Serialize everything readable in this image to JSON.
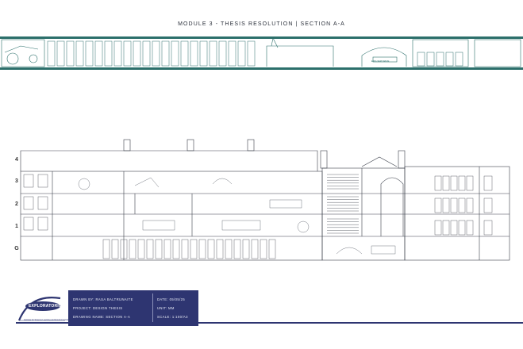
{
  "sheet": {
    "title": "MODULE 3 - THESIS RESOLUTION | SECTION A-A"
  },
  "floors": [
    "4",
    "3",
    "2",
    "1",
    "G"
  ],
  "titleblock": {
    "logo_text": "EXPLORATORIUM",
    "logo_subtitle": "Institute for Science Learning and Environmental Studies",
    "drawn_by": "DRAWN BY: RASA BALTRUNAITE",
    "project": "PROJECT: DESIGN THESIS",
    "drawing_name": "DRAWING NAME: SECTION A-A",
    "date": "DATE: 05/05/25",
    "unit": "UNIT: MM",
    "scale": "SCALE: 1:100/A3"
  },
  "strip_sign": "EXPLORATORIUM",
  "colors": {
    "teal": "#2c6f6b",
    "navy": "#2e3571",
    "line": "#3a3f4a"
  }
}
